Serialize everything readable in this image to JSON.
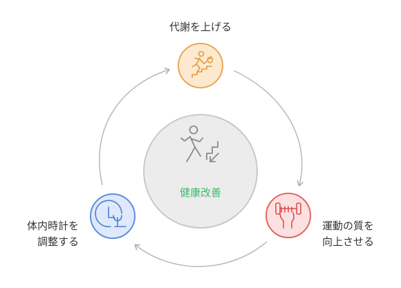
{
  "center": {
    "label": "健康改善",
    "color": "#3dbb6a",
    "icon": "person-walking-down-stairs-icon"
  },
  "nodes": {
    "top": {
      "label": "代謝を上げる",
      "icon": "person-climbing-stairs-flame-icon",
      "fill": "#fde9cf",
      "stroke": "#e9a85a"
    },
    "right": {
      "line1": "運動の質を",
      "line2": "向上させる",
      "icon": "fist-holding-dumbbell-icon",
      "fill": "#fde1e1",
      "stroke": "#e06666"
    },
    "left": {
      "line1": "体内時計を",
      "line2": "調整する",
      "icon": "clock-sprout-icon",
      "fill": "#dfe9fb",
      "stroke": "#5b8fde"
    }
  }
}
